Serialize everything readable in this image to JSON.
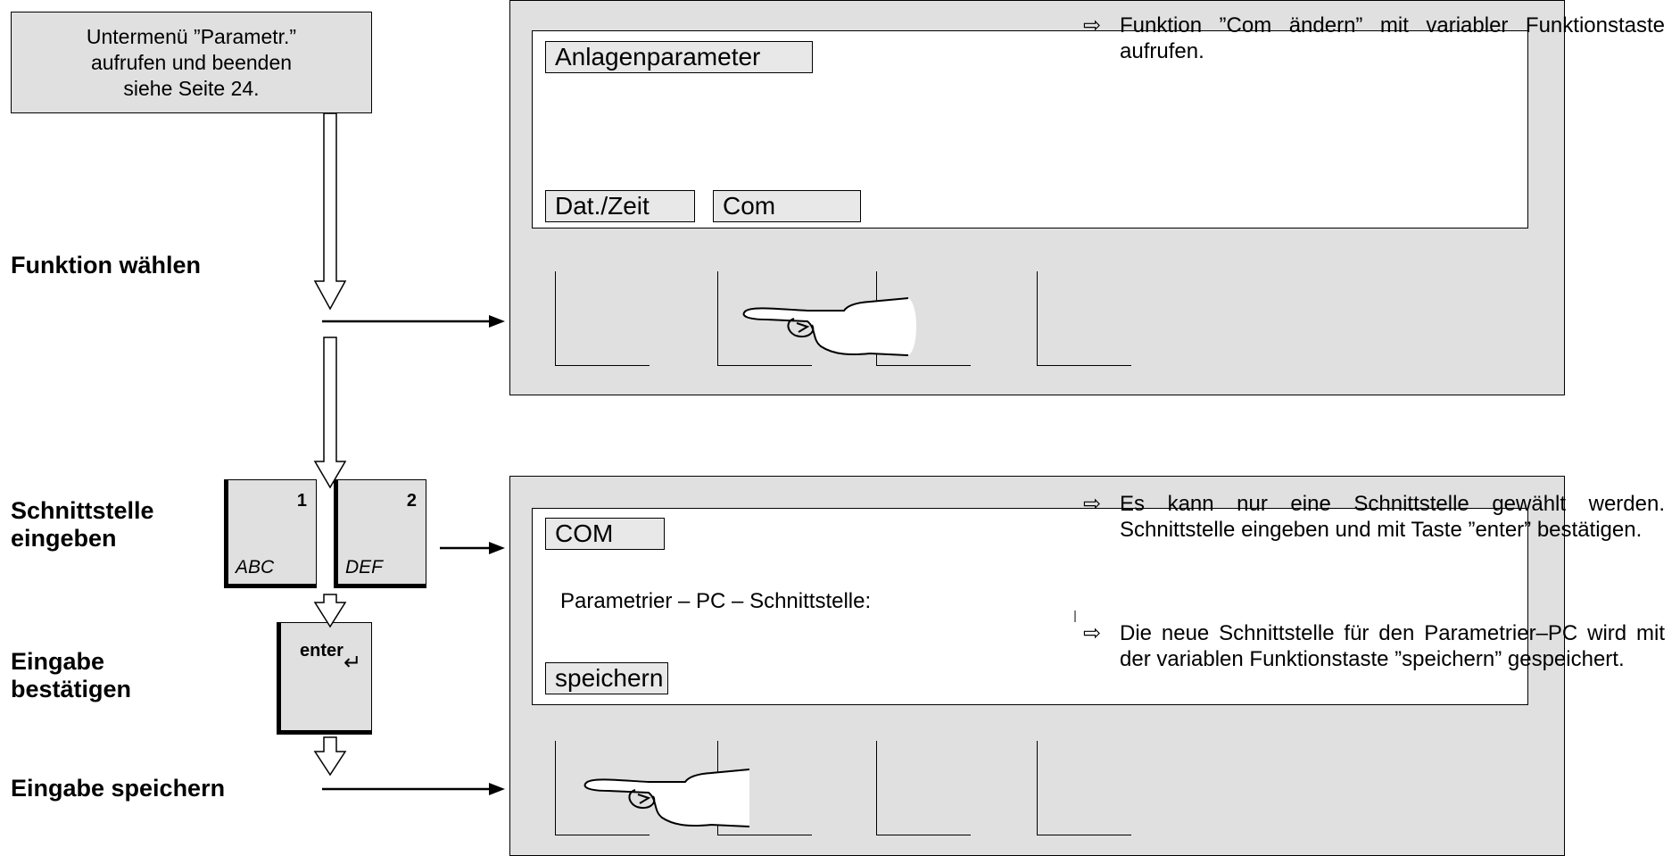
{
  "intro": {
    "lines": [
      "Untermenü ”Parametr.”",
      "aufrufen und beenden",
      "siehe Seite 24."
    ]
  },
  "steps": {
    "select_function": "Funktion wählen",
    "enter_interface_line1": "Schnittstelle",
    "enter_interface_line2": "eingeben",
    "confirm_line1": "Eingabe",
    "confirm_line2": "bestätigen",
    "save": "Eingabe speichern"
  },
  "screen1": {
    "title": "Anlagenparameter",
    "softkey1": "Dat./Zeit",
    "softkey2": "Com"
  },
  "screen2": {
    "title": "COM",
    "prompt": "Parametrier – PC – Schnittstelle:",
    "softkey1": "speichern"
  },
  "keys": {
    "key1": {
      "number": "1",
      "letters": "ABC"
    },
    "key2": {
      "number": "2",
      "letters": "DEF"
    },
    "enter": "enter"
  },
  "notes": {
    "arrow_symbol": "⇨",
    "note1": "Funktion ”Com ändern” mit variabler Funktionstaste aufrufen.",
    "note2": "Es kann nur eine Schnittstelle gewählt werden. Schnittstelle eingeben und mit Taste ”enter” bestätigen.",
    "note3": "Die neue Schnittstelle für den Parametrier–PC wird mit der variablen Funktionstaste ”speichern” gespeichert."
  }
}
